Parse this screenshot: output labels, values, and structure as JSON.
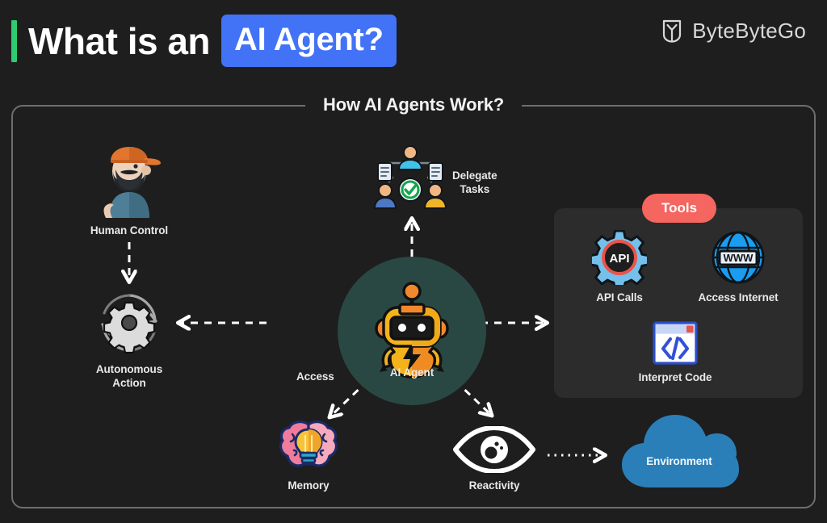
{
  "header": {
    "title_main": "What is an",
    "title_highlight": "AI Agent?",
    "accent_color": "#2ecc71",
    "highlight_color": "#4272f5",
    "brand_name": "ByteByteGo",
    "brand_icon": "bytebytego-owl-icon"
  },
  "panel": {
    "title": "How AI Agents Work?",
    "border_color": "#6e6e6e",
    "background": "#1e1e1e"
  },
  "nodes": {
    "human": {
      "label": "Human Control",
      "icon": "person-with-cap-icon"
    },
    "autonomous": {
      "label": "Autonomous\nAction",
      "icon": "gear-in-refresh-loop-icon"
    },
    "delegate": {
      "label": "Delegate\nTasks",
      "icon": "org-chart-checkmark-icon"
    },
    "agent": {
      "label": "AI Agent",
      "icon": "robot-icon",
      "circle_color": "#2a4843"
    },
    "memory": {
      "label": "Memory",
      "icon": "brain-lightbulb-icon"
    },
    "reactivity": {
      "label": "Reactivity",
      "icon": "eye-icon"
    },
    "environment": {
      "label": "Environment",
      "icon": "cloud-icon",
      "color": "#2b7fb8"
    }
  },
  "edges": {
    "access_label": "Access"
  },
  "tools": {
    "badge": "Tools",
    "badge_color": "#f4665f",
    "card_color": "#2c2c2c",
    "items": [
      {
        "label": "API Calls",
        "icon": "api-gear-icon",
        "text": "API"
      },
      {
        "label": "Access Internet",
        "icon": "globe-www-icon",
        "text": "WWW"
      },
      {
        "label": "Interpret Code",
        "icon": "code-window-icon",
        "text": "</>"
      }
    ]
  }
}
